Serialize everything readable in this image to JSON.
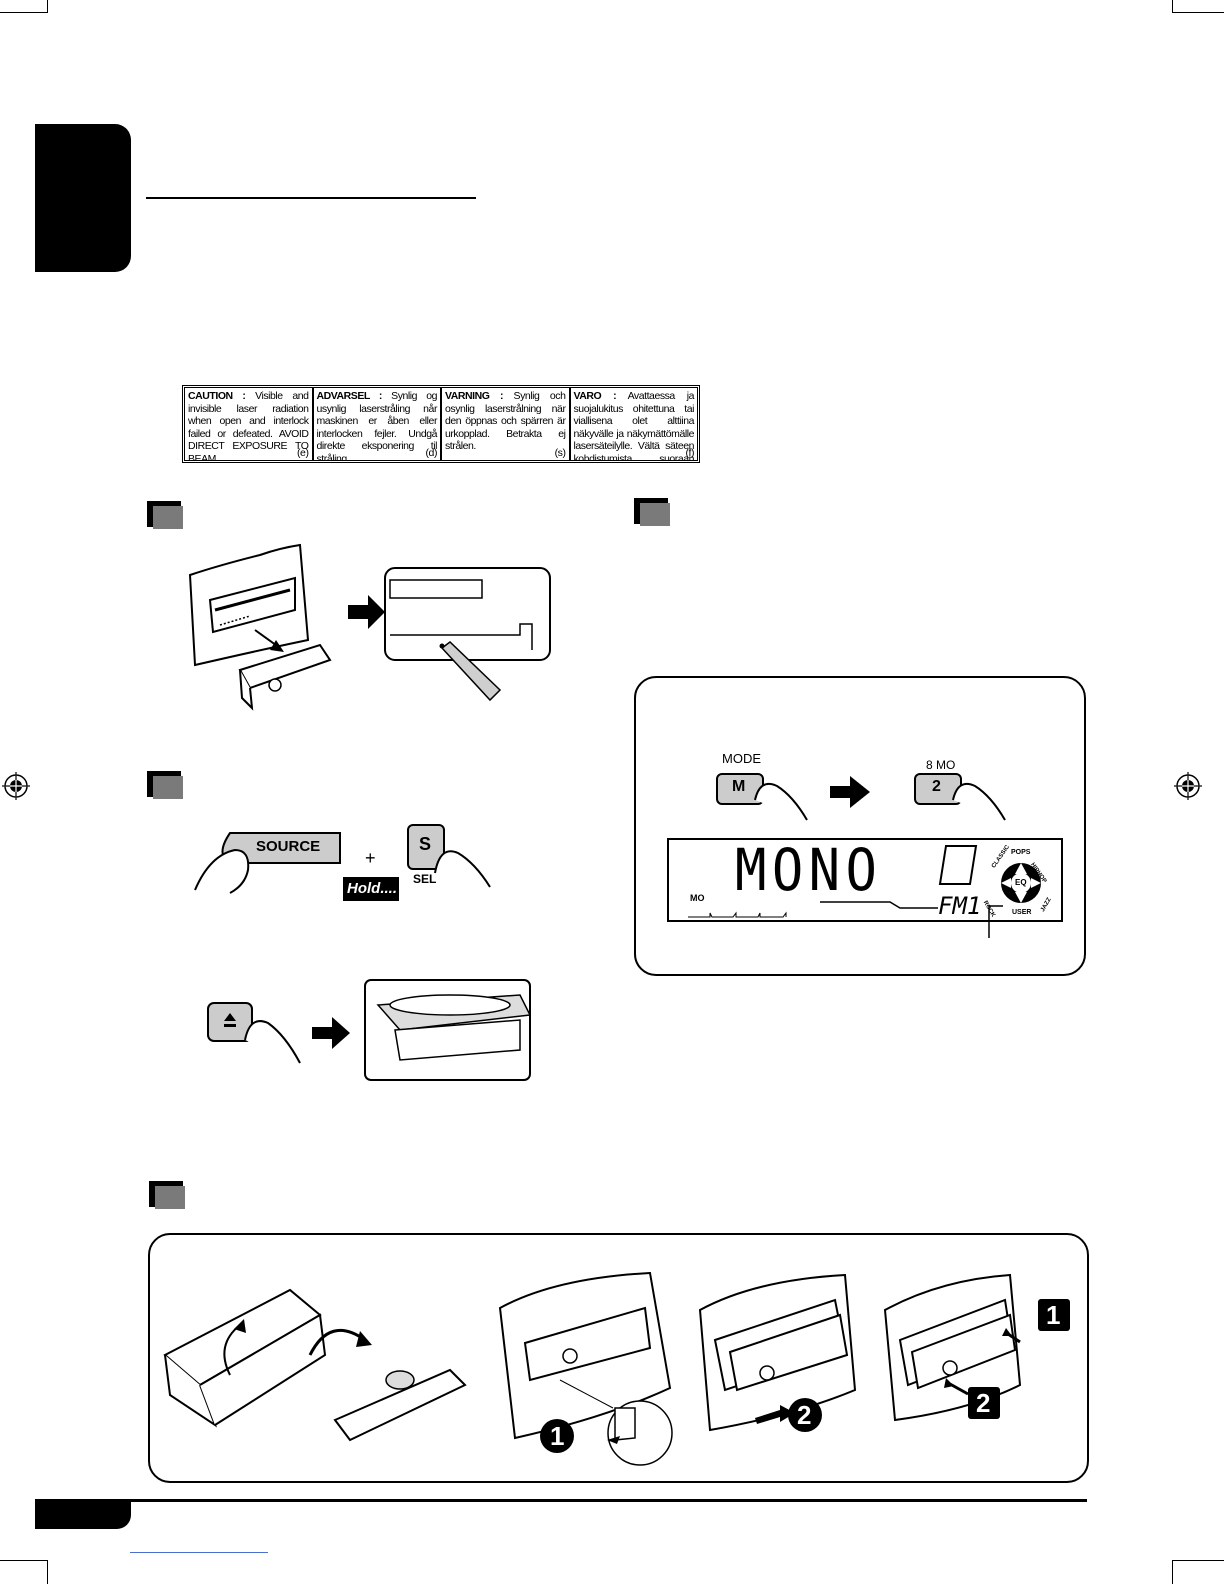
{
  "caution": [
    {
      "heading": "CAUTION :",
      "body": "Visible and invisible laser radiation when open and interlock failed or defeated. AVOID DIRECT EXPOSURE TO BEAM.",
      "code": "(e)"
    },
    {
      "heading": "ADVARSEL :",
      "body": "Synlig og usynlig laserstråling når maskinen er åben eller interlocken fejler. Undgå direkte eksponering til stråling.",
      "code": "(d)"
    },
    {
      "heading": "VARNING :",
      "body": "Synlig och osynlig laserstrålning när den öppnas och spärren är urkopplad. Betrakta ej strålen.",
      "code": "(s)"
    },
    {
      "heading": "VARO :",
      "body": "Avattaessa ja suojalukitus ohitettuna tai viallisena olet alttiina näkyvälle ja näkymättömälle lasersäteilylle. Vältä säteen kohdistumista suoraan itseesi.",
      "code": "(f)"
    }
  ],
  "buttons": {
    "source": "SOURCE",
    "plus": "+",
    "s": "S",
    "sel": "SEL",
    "hold": "Hold....",
    "mode": "MODE",
    "m": "M",
    "preset_top": "8  MO",
    "two": "2"
  },
  "lcd": {
    "main": "MONO",
    "band": "FM1",
    "mo": "MO",
    "eq": "EQ",
    "eq_modes": [
      "POPS",
      "HIPHOP",
      "JAZZ",
      "USER",
      "ROCK",
      "CLASSIC"
    ]
  },
  "steps": {
    "one_a": "1",
    "two_a": "2",
    "one_b": "1",
    "two_b": "2"
  }
}
